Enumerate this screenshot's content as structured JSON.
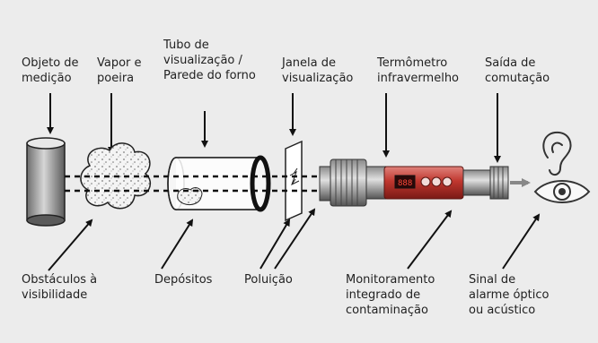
{
  "labels_top": {
    "measurement_object": "Objeto de\nmedição",
    "vapor_dust": "Vapor e\npoeira",
    "sight_tube": "Tubo de\nvisualização /\nParede do forno",
    "view_window": "Janela de\nvisualização",
    "ir_thermometer": "Termômetro\ninfravermelho",
    "switch_output": "Saída de\ncomutação"
  },
  "labels_bottom": {
    "obstacles": "Obstáculos à\nvisibilidade",
    "deposits": "Depósitos",
    "pollution": "Poluição",
    "contamination_monitoring": "Monitoramento\nintegrado de\ncontaminação",
    "alarm_signal": "Sinal de\nalarme óptico\nou acústico"
  },
  "icons": {
    "ear": "ear-icon",
    "eye": "eye-icon"
  },
  "colors": {
    "background": "#ececec",
    "thermometer_red": "#c0372f",
    "arrow_gray": "#888888"
  }
}
